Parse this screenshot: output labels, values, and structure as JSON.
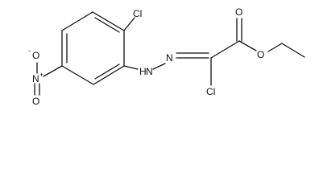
{
  "molecule": {
    "atoms": {
      "cl_ring": "Cl",
      "nh": "H",
      "n_nh": "N",
      "n_azo": "N",
      "cl_side": "Cl",
      "o_carbonyl": "O",
      "o_ester": "O",
      "n_nitro": "N",
      "n_nitro_charge": "+",
      "o_nitro_top": "O",
      "o_nitro_top_charge": "-",
      "o_nitro_bottom": "O"
    }
  }
}
